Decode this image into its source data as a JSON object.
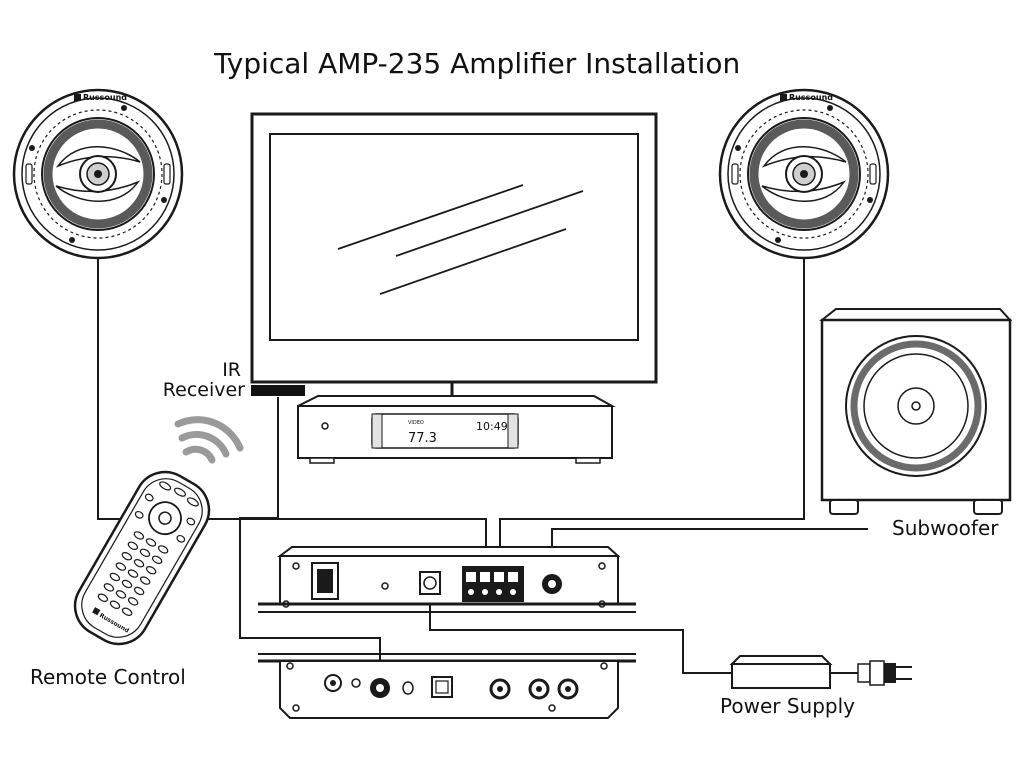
{
  "title": "Typical AMP-235 Amplifier Installation",
  "labels": {
    "ir_line1": "IR",
    "ir_line2": "Receiver",
    "subwoofer": "Subwoofer",
    "remote": "Remote Control",
    "power": "Power Supply"
  },
  "speaker": {
    "brand": "Russound"
  },
  "remote": {
    "brand": "Russound"
  },
  "receiver_display": {
    "left_small": "VIDEO",
    "left_big": "77.3",
    "right": "10:49"
  },
  "colors": {
    "stroke": "#1a1a1a",
    "woofer_ring": "#6b6b6b",
    "signal": "#9a9a9a",
    "ir_bar": "#111111"
  }
}
